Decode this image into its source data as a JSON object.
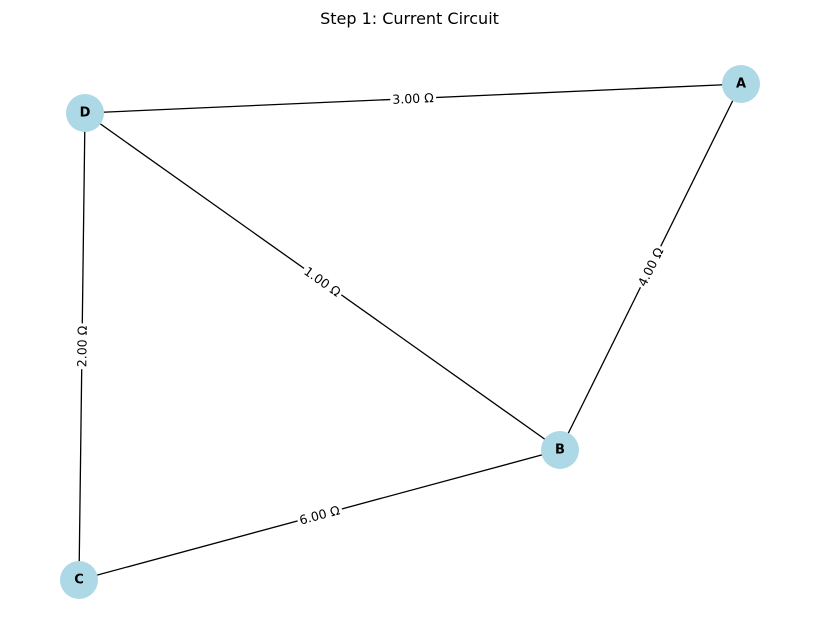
{
  "title": "Step 1: Current Circuit",
  "colors": {
    "node_fill": "#add8e6",
    "edge": "#000000",
    "background": "#ffffff"
  },
  "nodes": [
    {
      "id": "A",
      "label": "A"
    },
    {
      "id": "B",
      "label": "B"
    },
    {
      "id": "C",
      "label": "C"
    },
    {
      "id": "D",
      "label": "D"
    }
  ],
  "edges": [
    {
      "from": "D",
      "to": "A",
      "label": "3.00 Ω"
    },
    {
      "from": "D",
      "to": "B",
      "label": "1.00 Ω"
    },
    {
      "from": "A",
      "to": "B",
      "label": "4.00 Ω"
    },
    {
      "from": "D",
      "to": "C",
      "label": "2.00 Ω"
    },
    {
      "from": "C",
      "to": "B",
      "label": "6.00 Ω"
    }
  ]
}
